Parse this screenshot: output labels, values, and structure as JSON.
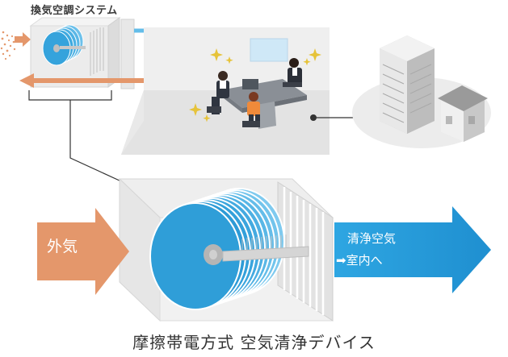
{
  "system_title": "換気空調システム",
  "device_caption": "摩擦帯電方式 空気清浄デバイス",
  "outside_air_label": "外気",
  "clean_air_line1": "清浄空気",
  "clean_air_line2": "➡室内へ",
  "colors": {
    "blue_disc": "#3aa5dd",
    "blue_arrow": "#29a4e0",
    "orange_arrow": "#e4976b",
    "gray_panel": "#e6e6e6",
    "sparkle": "#e6c33a"
  }
}
